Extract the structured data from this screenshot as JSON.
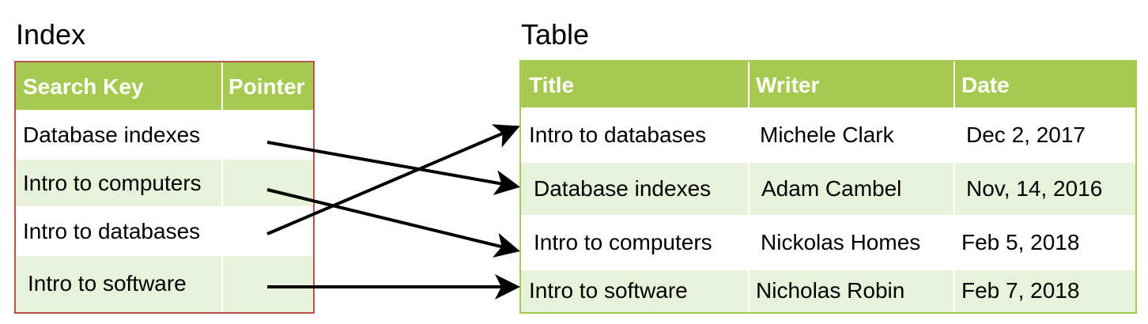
{
  "index": {
    "title": "Index",
    "headers": {
      "search_key": "Search Key",
      "pointer": "Pointer"
    },
    "rows": [
      {
        "search_key": "Database indexes",
        "pointer": ""
      },
      {
        "search_key": "Intro to computers",
        "pointer": ""
      },
      {
        "search_key": "Intro to databases",
        "pointer": ""
      },
      {
        "search_key": "Intro to software",
        "pointer": ""
      }
    ]
  },
  "table": {
    "title": "Table",
    "headers": {
      "title": "Title",
      "writer": "Writer",
      "date": "Date"
    },
    "rows": [
      {
        "title": "Intro to databases",
        "writer": "Michele Clark",
        "date": "Dec 2, 2017"
      },
      {
        "title": "Database indexes",
        "writer": "Adam Cambel",
        "date": "Nov, 14, 2016"
      },
      {
        "title": "Intro to computers",
        "writer": "Nickolas Homes",
        "date": "Feb 5, 2018"
      },
      {
        "title": "Intro to software",
        "writer": "Nicholas Robin",
        "date": "Feb 7, 2018"
      }
    ]
  },
  "pointers": [
    {
      "from_index_row": 0,
      "to_table_row": 1
    },
    {
      "from_index_row": 1,
      "to_table_row": 2
    },
    {
      "from_index_row": 2,
      "to_table_row": 0
    },
    {
      "from_index_row": 3,
      "to_table_row": 3
    }
  ],
  "colors": {
    "header_fill": "#a6c94f",
    "alt_row_fill": "#e8f1d9",
    "grid_line": "#ffffff",
    "index_border": "#b85450",
    "table_border": "#a6c94f",
    "arrow": "#000000"
  }
}
